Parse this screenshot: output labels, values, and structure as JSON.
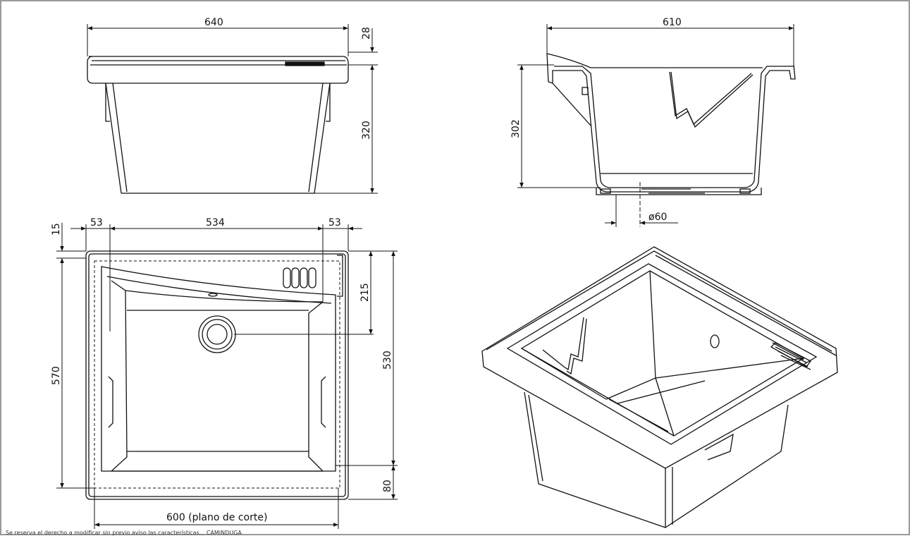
{
  "dimensions": {
    "top_width": "640",
    "rim_height": "28",
    "basin_height": "320",
    "section_width": "610",
    "section_height": "302",
    "drain_diameter": "ø60",
    "side_left": "53",
    "inner_width": "534",
    "side_right": "53",
    "rim_offset": "15",
    "drain_offset": "215",
    "overall_depth": "570",
    "inner_depth": "530",
    "front_offset": "80",
    "cut_width": "600 (plano de corte)"
  },
  "footnote": "Se reserva el derecho a modificar sin previo aviso las características... CAMINDUGA"
}
